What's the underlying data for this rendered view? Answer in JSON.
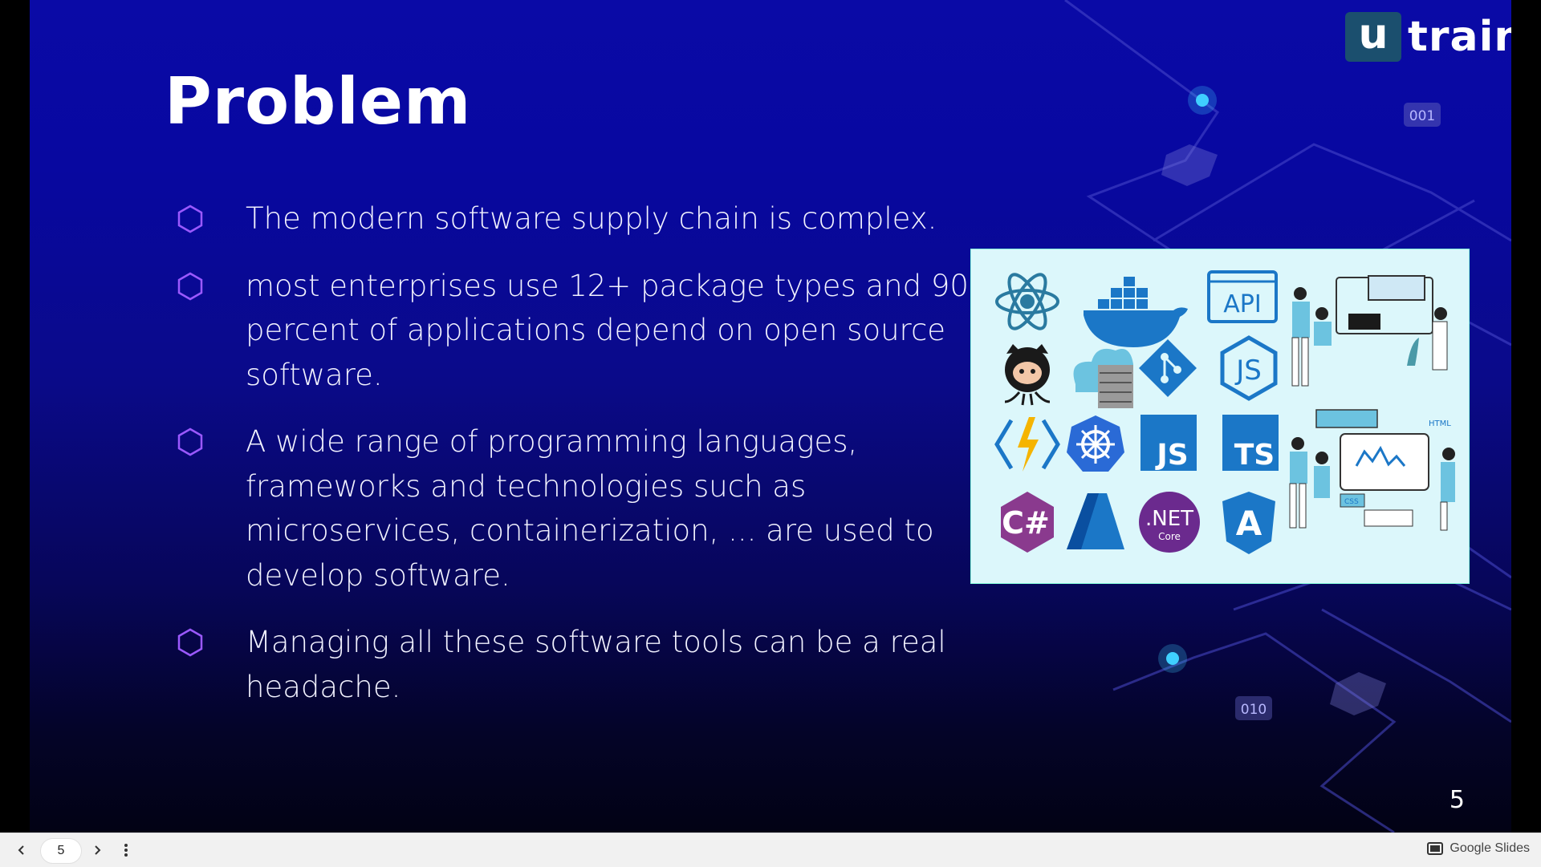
{
  "slide": {
    "title": "Problem",
    "bullets": [
      "The modern software supply chain is complex.",
      "most enterprises use 12+ package types and 90 percent of applications depend on open source software.",
      "A wide range of programming languages, frameworks and technologies such as microservices, containerization, ... are used to develop software.",
      "Managing all these software tools can be a real headache."
    ],
    "page_number": "5",
    "logo": {
      "left": "u",
      "right": "train"
    },
    "deco_labels": [
      "001",
      "010"
    ],
    "tech_icons": {
      "api": "API",
      "js": "JS",
      "ts": "TS",
      "dotnet": ".NET",
      "dotnet_sub": "Core",
      "csharp": "C#",
      "html": "HTML",
      "css": "CSS"
    }
  },
  "toolbar": {
    "prev_icon": "chevron-left-icon",
    "next_icon": "chevron-right-icon",
    "page_value": "5",
    "more_icon": "more-vertical-icon",
    "app_label": "Google Slides"
  },
  "colors": {
    "slide_top": "#0a0aa6",
    "slide_bottom": "#020214",
    "bullet_hex": "#9b59ff",
    "panel_bg": "#dcf7fb"
  }
}
